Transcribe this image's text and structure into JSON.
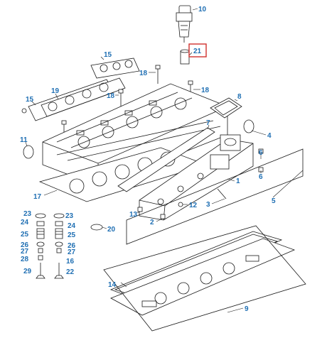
{
  "highlight_color": "#d0312d",
  "callout_color": "#1f6fb3",
  "callouts": {
    "c10": "10",
    "c21": "21",
    "c15a": "15",
    "c18a": "18",
    "c18b": "18",
    "c18c": "18",
    "c15b": "15",
    "c19": "19",
    "c8": "8",
    "c7": "7",
    "c11": "11",
    "c4": "4",
    "c6a": "6",
    "c6b": "6",
    "c1": "1",
    "c17": "17",
    "c5": "5",
    "c3": "3",
    "c12": "12",
    "c13": "13",
    "c2": "2",
    "c20": "20",
    "c23a": "23",
    "c23b": "23",
    "c24a": "24",
    "c24b": "24",
    "c25a": "25",
    "c25b": "25",
    "c26a": "26",
    "c26b": "26",
    "c27a": "27",
    "c27b": "27",
    "c28": "28",
    "c16": "16",
    "c29": "29",
    "c22": "22",
    "c14": "14",
    "c9": "9"
  },
  "highlighted_part": "21"
}
